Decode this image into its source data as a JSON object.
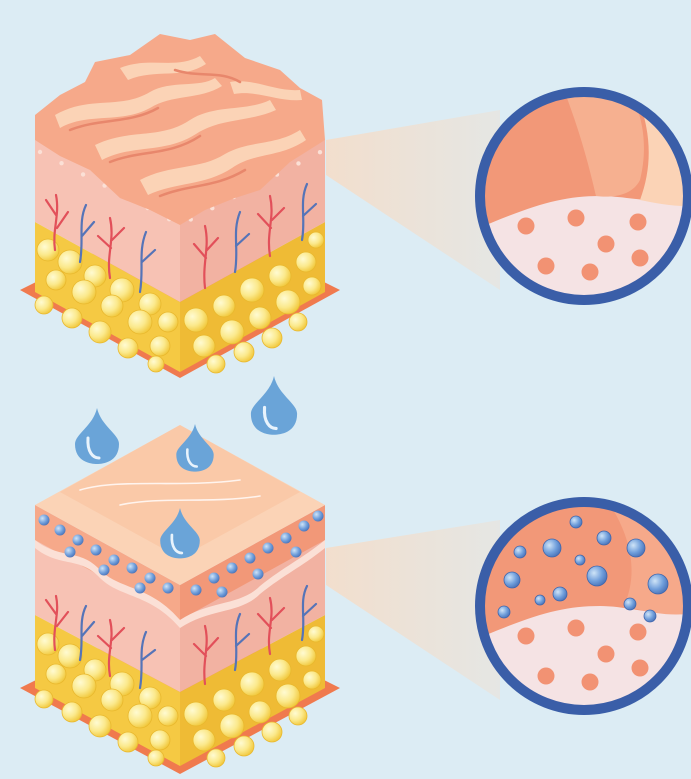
{
  "diagram": {
    "panels": [
      {
        "id": "dry",
        "state": "dry-skin",
        "surface": "wrinkled",
        "zoom_moisture_droplets": 0
      },
      {
        "id": "hydrated",
        "state": "hydrated-skin",
        "surface": "smooth",
        "zoom_moisture_droplets": 14
      }
    ],
    "water_drops": 4,
    "colors": {
      "background": "#dcecf4",
      "epidermis": "#f6a98a",
      "dermis": "#f7c2b4",
      "fat": "#f5c943",
      "fat_cells": "#fbe98c",
      "base": "#f07a4e",
      "veins_red": "#e2505a",
      "veins_blue": "#5574b8",
      "water": "#6aa4d8",
      "lens_ring": "#3a5ea8"
    }
  }
}
